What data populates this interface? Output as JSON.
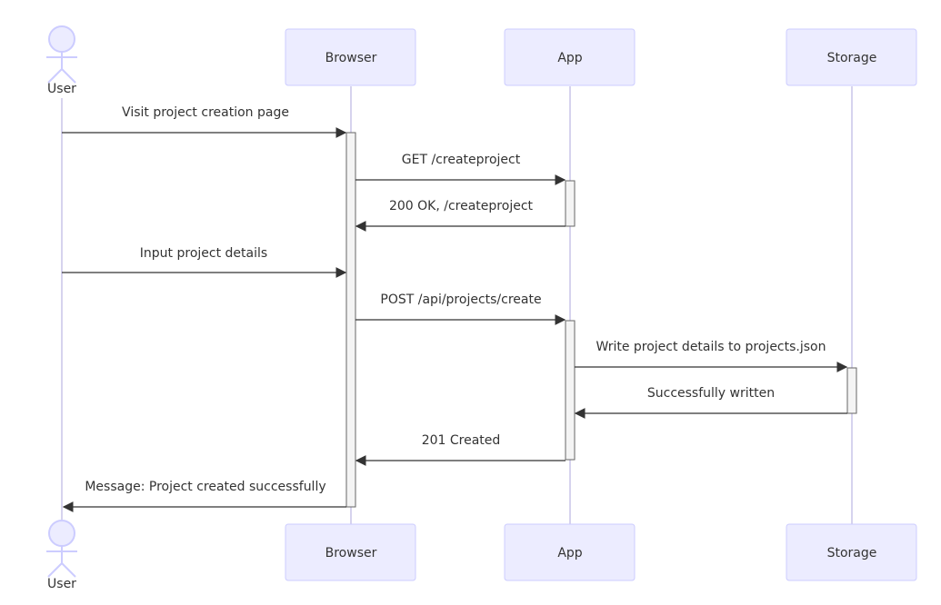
{
  "participants": {
    "user": {
      "label": "User",
      "kind": "actor"
    },
    "browser": {
      "label": "Browser",
      "kind": "box"
    },
    "app": {
      "label": "App",
      "kind": "box"
    },
    "storage": {
      "label": "Storage",
      "kind": "box"
    }
  },
  "messages": [
    {
      "from": "user",
      "to": "browser",
      "label": "Visit project creation page"
    },
    {
      "from": "browser",
      "to": "app",
      "label": "GET /createproject"
    },
    {
      "from": "app",
      "to": "browser",
      "label": "200 OK, /createproject"
    },
    {
      "from": "user",
      "to": "browser",
      "label": "Input project details"
    },
    {
      "from": "browser",
      "to": "app",
      "label": "POST /api/projects/create"
    },
    {
      "from": "app",
      "to": "storage",
      "label": "Write project details to projects.json"
    },
    {
      "from": "storage",
      "to": "app",
      "label": "Successfully written"
    },
    {
      "from": "app",
      "to": "browser",
      "label": "201 Created"
    },
    {
      "from": "browser",
      "to": "user",
      "label": "Message: Project created successfully"
    }
  ],
  "colors": {
    "participant_fill": "#ececff",
    "participant_stroke": "#ccccff",
    "lifeline": "#d6d3ee",
    "arrow": "#333333",
    "activation_fill": "#f4f4f4"
  }
}
